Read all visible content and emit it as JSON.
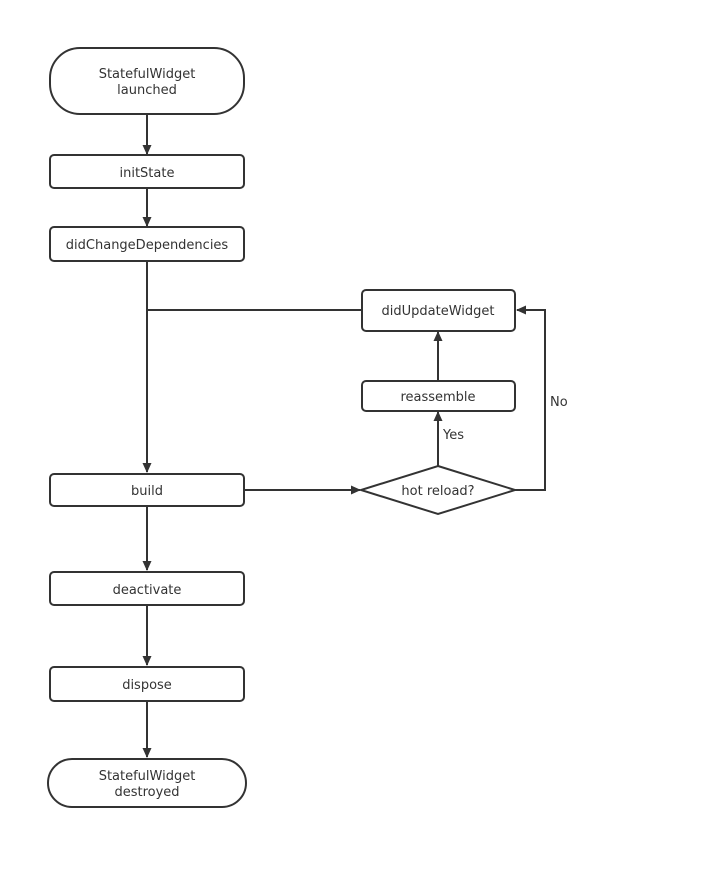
{
  "diagram": {
    "nodes": {
      "launched": {
        "line1": "StatefulWidget",
        "line2": "launched"
      },
      "init_state": "initState",
      "did_change_dependencies": "didChangeDependencies",
      "did_update_widget": "didUpdateWidget",
      "reassemble": "reassemble",
      "build": "build",
      "hot_reload": "hot reload?",
      "deactivate": "deactivate",
      "dispose": "dispose",
      "destroyed": {
        "line1": "StatefulWidget",
        "line2": "destroyed"
      }
    },
    "edges": {
      "yes": "Yes",
      "no": "No"
    }
  }
}
